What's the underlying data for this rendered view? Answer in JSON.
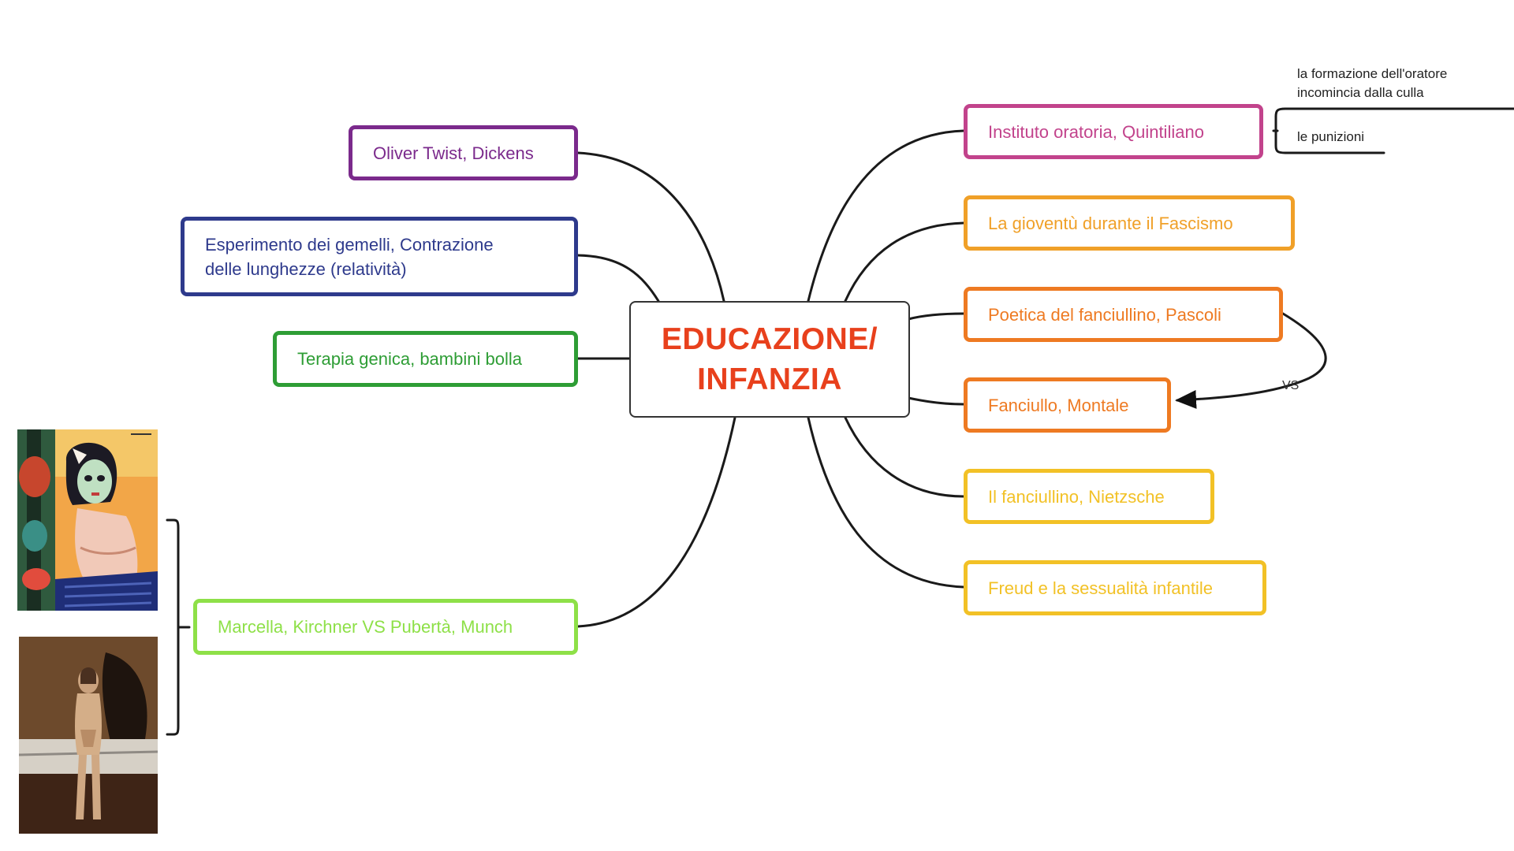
{
  "center": {
    "line1": "EDUCAZIONE/",
    "line2": "INFANZIA",
    "color": "#e8401c"
  },
  "left_nodes": [
    {
      "label": "Oliver Twist, Dickens",
      "color": "#7b2a8c"
    },
    {
      "label_line1": "Esperimento dei gemelli, Contrazione",
      "label_line2": "delle lunghezze (relatività)",
      "color": "#2e3a8c"
    },
    {
      "label": "Terapia genica, bambini bolla",
      "color": "#2e9d35"
    },
    {
      "label": "Marcella, Kirchner VS Pubertà, Munch",
      "color": "#8ee048"
    }
  ],
  "right_nodes": [
    {
      "label": "Instituto oratoria, Quintiliano",
      "color": "#c2438c"
    },
    {
      "label": "La gioventù durante il Fascismo",
      "color": "#f0a028"
    },
    {
      "label": "Poetica del fanciullino, Pascoli",
      "color": "#ee7a22"
    },
    {
      "label": "Fanciullo, Montale",
      "color": "#ee7a22"
    },
    {
      "label": "Il fanciullino, Nietzsche",
      "color": "#f2c126"
    },
    {
      "label": "Freud e la sessualità infantile",
      "color": "#f2c126"
    }
  ],
  "quintiliano_notes": [
    {
      "line1": "la formazione dell'oratore",
      "line2": "incomincia dalla culla"
    },
    {
      "line1": "le punizioni"
    }
  ],
  "vs_label": "VS",
  "images": [
    {
      "name": "Marcella, Kirchner"
    },
    {
      "name": "Pubertà, Munch"
    }
  ]
}
